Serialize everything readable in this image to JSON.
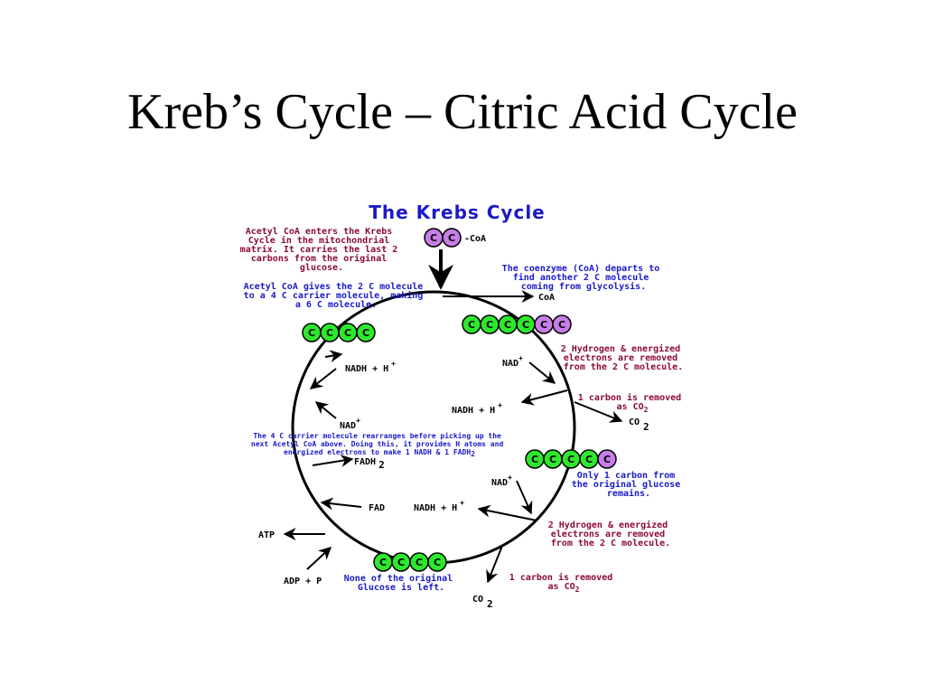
{
  "slide": {
    "title": "Kreb’s Cycle – Citric Acid Cycle"
  },
  "diagram": {
    "title": "The Krebs Cycle",
    "colors": {
      "carbon_green": "#2ee82e",
      "carbon_purple": "#c77ee8",
      "note_red": "#8b0a3c",
      "note_blue": "#1a1ac8"
    },
    "carbon_label": "C",
    "coa_attached": "-CoA",
    "coa_departs": "CoA",
    "notes": {
      "acetyl_enters": [
        "Acetyl CoA enters the Krebs",
        "Cycle in the mitochondrial",
        "matrix. It carries the last 2",
        "carbons from the original",
        "glucose."
      ],
      "acetyl_gives": [
        "Acetyl CoA gives the 2 C molecule",
        "to a 4 C carrier molecule, making",
        "a 6 C molecule."
      ],
      "coenzyme_departs": [
        "The coenzyme (CoA) departs to",
        "find another 2 C molecule",
        "coming from glycolysis."
      ],
      "hydrogen_removed_1": [
        "2 Hydrogen & energized",
        "electrons are removed",
        "from the 2 C molecule."
      ],
      "carbon_removed_1": [
        "1 carbon is removed",
        "as CO"
      ],
      "carrier_rearranges": [
        "The 4 C carrier molecule rearranges before picking up the",
        "next Acetyl CoA above. Doing this, it provides H atoms and",
        "energized electrons to make 1 NADH & 1 FADH"
      ],
      "only_one_carbon": [
        "Only 1 carbon from",
        "the original glucose",
        "remains."
      ],
      "hydrogen_removed_2": [
        "2 Hydrogen & energized",
        "electrons are removed",
        "from the 2 C molecule."
      ],
      "carbon_removed_2": [
        "1 carbon is removed",
        "as CO"
      ],
      "none_left": [
        "None of the original",
        "Glucose is left."
      ]
    },
    "molecules": {
      "nad": "NAD",
      "nadh": "NADH + H",
      "fadh": "FADH",
      "fad": "FAD",
      "atp": "ATP",
      "adp": "ADP + P",
      "co2": "CO",
      "plus": "+",
      "two": "2"
    },
    "groups": {
      "acetyl": [
        "purple",
        "purple"
      ],
      "six_carbon": [
        "green",
        "green",
        "green",
        "green",
        "purple",
        "purple"
      ],
      "five_carbon": [
        "green",
        "green",
        "green",
        "green",
        "purple"
      ],
      "four_carbon_left": [
        "green",
        "green",
        "green",
        "green"
      ],
      "four_carbon_bottom": [
        "green",
        "green",
        "green",
        "green"
      ]
    }
  }
}
